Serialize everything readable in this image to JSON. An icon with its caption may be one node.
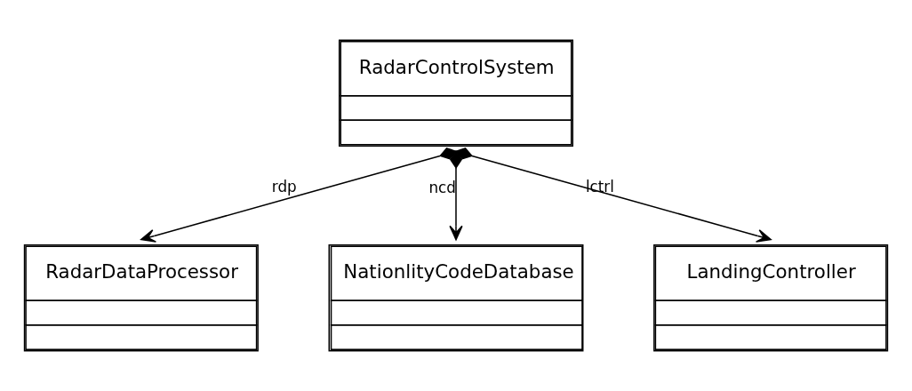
{
  "diagram": {
    "nodes": [
      {
        "text": [
          "RadarControlSystem"
        ]
      },
      {
        "text": [
          "RadarDataProcessor"
        ]
      },
      {
        "text": [
          "NationlityCodeDatabase"
        ]
      },
      {
        "text": [
          "LandingController"
        ]
      }
    ],
    "edges": [
      {
        "from": 0,
        "to": 1,
        "arrow": "to",
        "label": "rdp"
      },
      {
        "from": 0,
        "to": 2,
        "arrow": "to",
        "label": "ncd"
      },
      {
        "from": 0,
        "to": 3,
        "arrow": "to",
        "label": "lctrl"
      }
    ]
  }
}
